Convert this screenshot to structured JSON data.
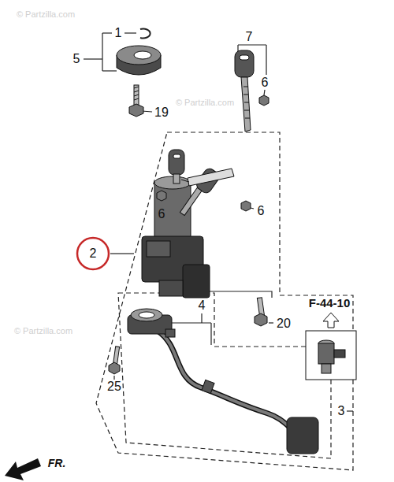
{
  "diagram": {
    "labels": [
      "1",
      "5",
      "7",
      "6",
      "19",
      "6",
      "6",
      "2",
      "4",
      "20",
      "F-44-10",
      "3",
      "25",
      "FR.",
      "© Partzilla.com",
      "© Partzilla.com",
      "© Partzilla.com"
    ]
  }
}
